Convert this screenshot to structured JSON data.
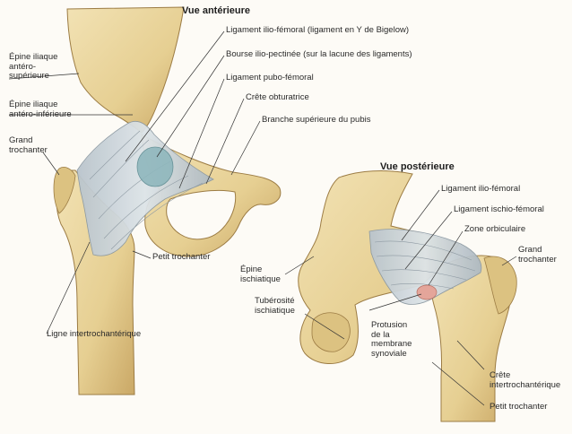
{
  "anterior": {
    "title": "Vue antérieure",
    "labels": {
      "ilio_femoral": "Ligament ilio-fémoral (ligament en Y de Bigelow)",
      "bourse": "Bourse ilio-pectinée (sur la lacune des ligaments)",
      "pubo_femoral": "Ligament pubo-fémoral",
      "crete_obturatrice": "Crête obturatrice",
      "branche_pubis": "Branche supérieure du pubis",
      "epine_sup": "Épine iliaque\nantéro-\nsupérieure",
      "epine_inf": "Épine iliaque\nantéro-inférieure",
      "grand_trochanter": "Grand\ntrochanter",
      "petit_trochanter": "Petit trochanter",
      "ligne_inter": "Ligne intertrochantérique"
    }
  },
  "posterior": {
    "title": "Vue postérieure",
    "labels": {
      "ilio_femoral": "Ligament ilio-fémoral",
      "ischio_femoral": "Ligament ischio-fémoral",
      "zone_orbiculaire": "Zone orbiculaire",
      "grand_trochanter": "Grand\ntrochanter",
      "epine_ischiatique": "Épine\nischiatique",
      "tuberosite": "Tubérosité\nischiatique",
      "protusion": "Protusion\nde la\nmembrane\nsynoviale",
      "crete_inter": "Crête\nintertrochantérique",
      "petit_trochanter": "Petit trochanter"
    }
  },
  "colors": {
    "bone": "#e9d49a",
    "bone_shadow": "#c9a866",
    "ligament": "#c9d3da",
    "bursa": "#8fb7bd",
    "synovial": "#e4a59a"
  }
}
